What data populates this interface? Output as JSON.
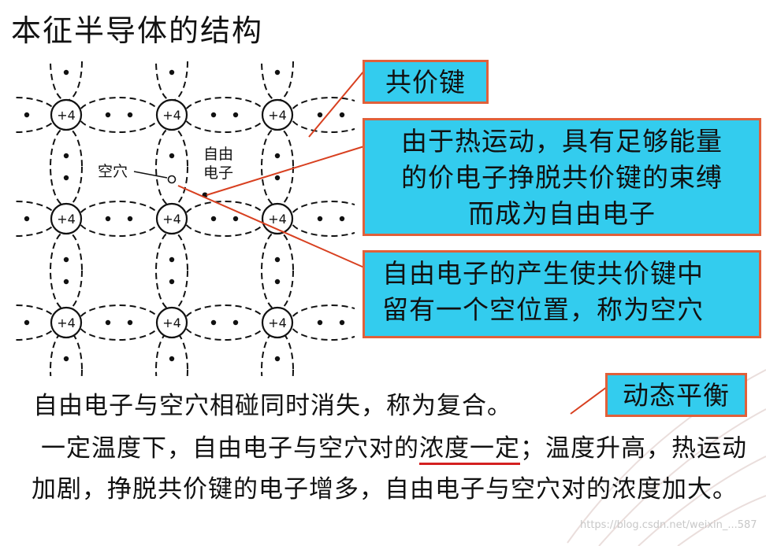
{
  "title": "本征半导体的结构",
  "lattice": {
    "atom_label": "+4",
    "hole_label": "空穴",
    "free_electron_label_line1": "自由",
    "free_electron_label_line2": "电子"
  },
  "callouts": {
    "covalent_bond": "共价键",
    "thermal_line1": "由于热运动，具有足够能量",
    "thermal_line2": "的价电子挣脱共价键的束缚",
    "thermal_line3": "而成为自由电子",
    "hole_line1": "自由电子的产生使共价键中",
    "hole_line2": "留有一个空位置，称为空穴",
    "dynamic_equilibrium": "动态平衡"
  },
  "paragraphs": {
    "p1": "自由电子与空穴相碰同时消失，称为复合。",
    "p2_a": "一定温度下，自由电子与空穴对的",
    "p2_underlined": "浓度一定",
    "p2_b": "；温度升高，热运动加剧，挣脱共价键的电子增多，自由电子与空穴对的浓度加大。"
  },
  "watermark": "https://blog.csdn.net/weixin_...587",
  "colors": {
    "callout_fill": "#33ccee",
    "callout_border": "#e0603a",
    "pointer_line": "#d84020",
    "underline": "#d42020"
  }
}
